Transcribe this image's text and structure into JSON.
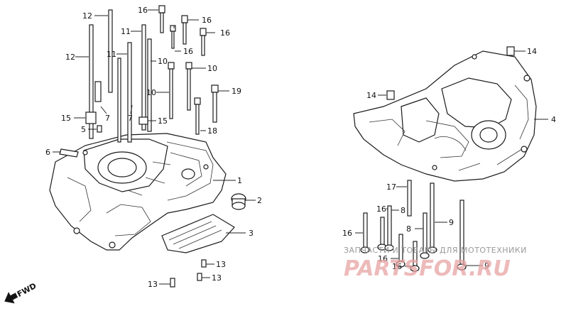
{
  "callouts": [
    {
      "id": "c12a",
      "text": "12"
    },
    {
      "id": "c12b",
      "text": "12"
    },
    {
      "id": "c11a",
      "text": "11"
    },
    {
      "id": "c11b",
      "text": "11"
    },
    {
      "id": "c16a",
      "text": "16"
    },
    {
      "id": "c16b",
      "text": "16"
    },
    {
      "id": "c16c",
      "text": "16"
    },
    {
      "id": "c16d",
      "text": "16"
    },
    {
      "id": "c10a",
      "text": "10"
    },
    {
      "id": "c10b",
      "text": "10"
    },
    {
      "id": "c10c",
      "text": "10"
    },
    {
      "id": "c19",
      "text": "19"
    },
    {
      "id": "c7a",
      "text": "7"
    },
    {
      "id": "c7b",
      "text": "7"
    },
    {
      "id": "c15a",
      "text": "15"
    },
    {
      "id": "c15b",
      "text": "15"
    },
    {
      "id": "c5",
      "text": "5"
    },
    {
      "id": "c18",
      "text": "18"
    },
    {
      "id": "c6",
      "text": "6"
    },
    {
      "id": "c1",
      "text": "1"
    },
    {
      "id": "c2",
      "text": "2"
    },
    {
      "id": "c3",
      "text": "3"
    },
    {
      "id": "c13a",
      "text": "13"
    },
    {
      "id": "c13b",
      "text": "13"
    },
    {
      "id": "c13c",
      "text": "13"
    },
    {
      "id": "c14a",
      "text": "14"
    },
    {
      "id": "c14b",
      "text": "14"
    },
    {
      "id": "c4",
      "text": "4"
    },
    {
      "id": "c17",
      "text": "17"
    },
    {
      "id": "c16e",
      "text": "16"
    },
    {
      "id": "c8a",
      "text": "8"
    },
    {
      "id": "c8b",
      "text": "8"
    },
    {
      "id": "c9a",
      "text": "9"
    },
    {
      "id": "c9b",
      "text": "9"
    },
    {
      "id": "c16f",
      "text": "16"
    },
    {
      "id": "c16g",
      "text": "16"
    },
    {
      "id": "c16h",
      "text": "16"
    }
  ],
  "fwd_label": "FWD",
  "watermark": {
    "tagline": "ЗАПЧАСТИ И ТОВАРЫ ДЛЯ МОТОТЕХНИКИ",
    "logo": "PARTSFOR.RU"
  },
  "colors": {
    "watermark_logo": "#e7a3a3",
    "watermark_text": "#9a9a9a",
    "line": "#1a1a1a"
  }
}
